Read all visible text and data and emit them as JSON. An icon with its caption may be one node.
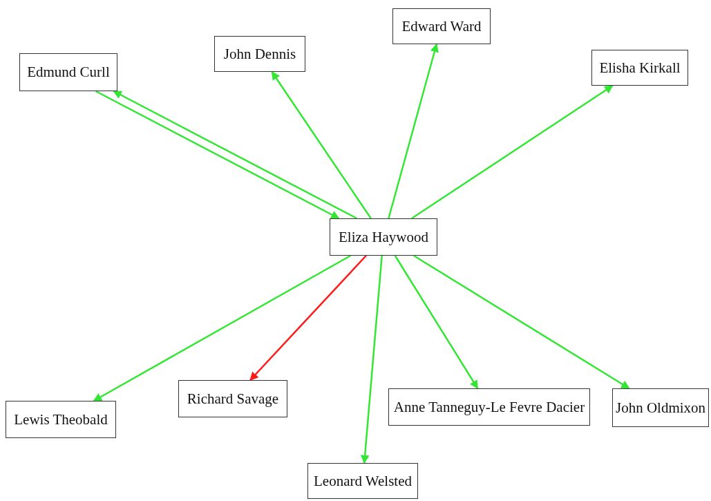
{
  "diagram": {
    "nodes": [
      {
        "text": [
          "Edward Ward"
        ]
      },
      {
        "text": [
          "John Dennis"
        ]
      },
      {
        "text": [
          "Elisha Kirkall"
        ]
      },
      {
        "text": [
          "Edmund Curll"
        ]
      },
      {
        "text": [
          "Eliza Haywood"
        ]
      },
      {
        "text": [
          "Richard Savage"
        ]
      },
      {
        "text": [
          "Anne Tanneguy-Le Fevre Dacier"
        ]
      },
      {
        "text": [
          "John Oldmixon"
        ]
      },
      {
        "text": [
          "Lewis Theobald"
        ]
      },
      {
        "text": [
          "Leonard Welsted"
        ]
      }
    ],
    "edges": [
      {
        "from": 3,
        "to": 4,
        "arrow": "to"
      },
      {
        "from": 4,
        "to": 3,
        "arrow": "to"
      },
      {
        "from": 4,
        "to": 1,
        "arrow": "to"
      },
      {
        "from": 4,
        "to": 0,
        "arrow": "to"
      },
      {
        "from": 4,
        "to": 2,
        "arrow": "to"
      },
      {
        "from": 4,
        "to": 8,
        "arrow": "to"
      },
      {
        "from": 4,
        "to": 5,
        "arrow": "to",
        "color": "#ff1a1a"
      },
      {
        "from": 4,
        "to": 9,
        "arrow": "to"
      },
      {
        "from": 4,
        "to": 6,
        "arrow": "to"
      },
      {
        "from": 4,
        "to": 7,
        "arrow": "to"
      }
    ]
  }
}
